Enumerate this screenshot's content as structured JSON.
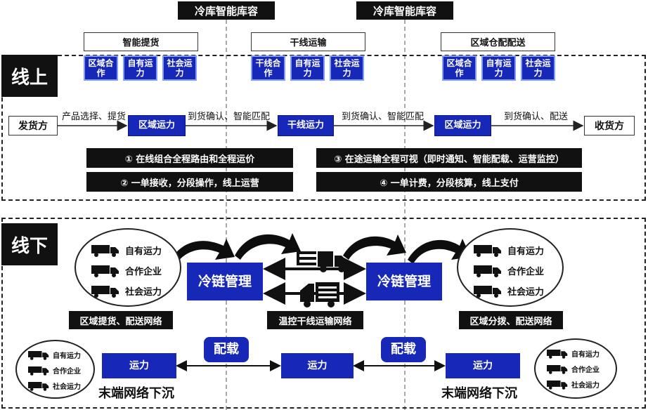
{
  "top_labels": [
    "冷库智能库容",
    "冷库智能库容"
  ],
  "online": {
    "tag": "线上",
    "stages": [
      {
        "title": "智能提货",
        "items": [
          "区域合作",
          "自有运力",
          "社会运力"
        ]
      },
      {
        "title": "干线运输",
        "items": [
          "干线合作",
          "自有运力",
          "社会运力"
        ]
      },
      {
        "title": "区域仓配配送",
        "items": [
          "区域合作",
          "自有运力",
          "社会运力"
        ]
      }
    ],
    "flow": {
      "shipper": "发货方",
      "receiver": "收货方",
      "nodes": [
        "区域运力",
        "干线运力",
        "区域运力"
      ],
      "edge_labels": [
        "产品选择、提货",
        "到货确认、智能匹配",
        "到货确认、智能匹配",
        "到货确认、配送"
      ]
    },
    "features": [
      "① 在线组合全程路由和全程运价",
      "② 一单接收，分段操作，线上运营",
      "③ 在途运输全程可视（即时通知、智能配载、运营监控）",
      "④ 一单计费，分段核算，线上支付"
    ]
  },
  "offline": {
    "tag": "线下",
    "capacity_items": [
      "自有运力",
      "合作企业",
      "社会运力"
    ],
    "cold_chain": [
      "冷链管理",
      "冷链管理"
    ],
    "networks": [
      "区域提货、配送网络",
      "温控干线运输网络",
      "区域分拨、配送网络"
    ],
    "peizai": [
      "配载",
      "配载"
    ],
    "transport_boxes": [
      "运力",
      "运力",
      "运力"
    ],
    "sink_labels": [
      "末端网络下沉",
      "末端网络下沉"
    ]
  },
  "colors": {
    "blue": "#1728b8",
    "black": "#111111",
    "light_blue_border": "#7f9cff"
  },
  "icons": [
    "truck-icon",
    "arrow-icon"
  ]
}
